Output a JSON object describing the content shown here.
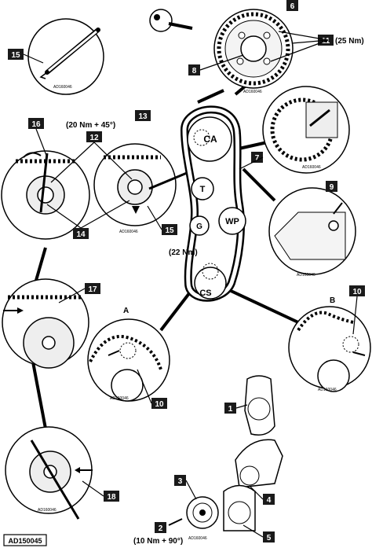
{
  "callouts": [
    "1",
    "2",
    "3",
    "4",
    "5",
    "6",
    "7",
    "8",
    "9",
    "10",
    "11",
    "12",
    "13",
    "14",
    "15",
    "16",
    "17",
    "18"
  ],
  "labels": {
    "ca": "CA",
    "wp": "WP",
    "cs": "CS",
    "t": "T",
    "g": "G",
    "view_a": "A",
    "view_b": "B"
  },
  "torques": {
    "cam_bolts": "(25 Nm)",
    "tensioner_nut": "(20 Nm + 45°)",
    "guide_pulley": "(22 Nm)",
    "crank_pulley": "(10 Nm + 90°)"
  },
  "codes": {
    "figure_ref": "AD150045",
    "inset_code": "AD160046"
  },
  "colors": {
    "badge": "#1a1a1a",
    "line": "#000000",
    "paper": "#ffffff"
  }
}
